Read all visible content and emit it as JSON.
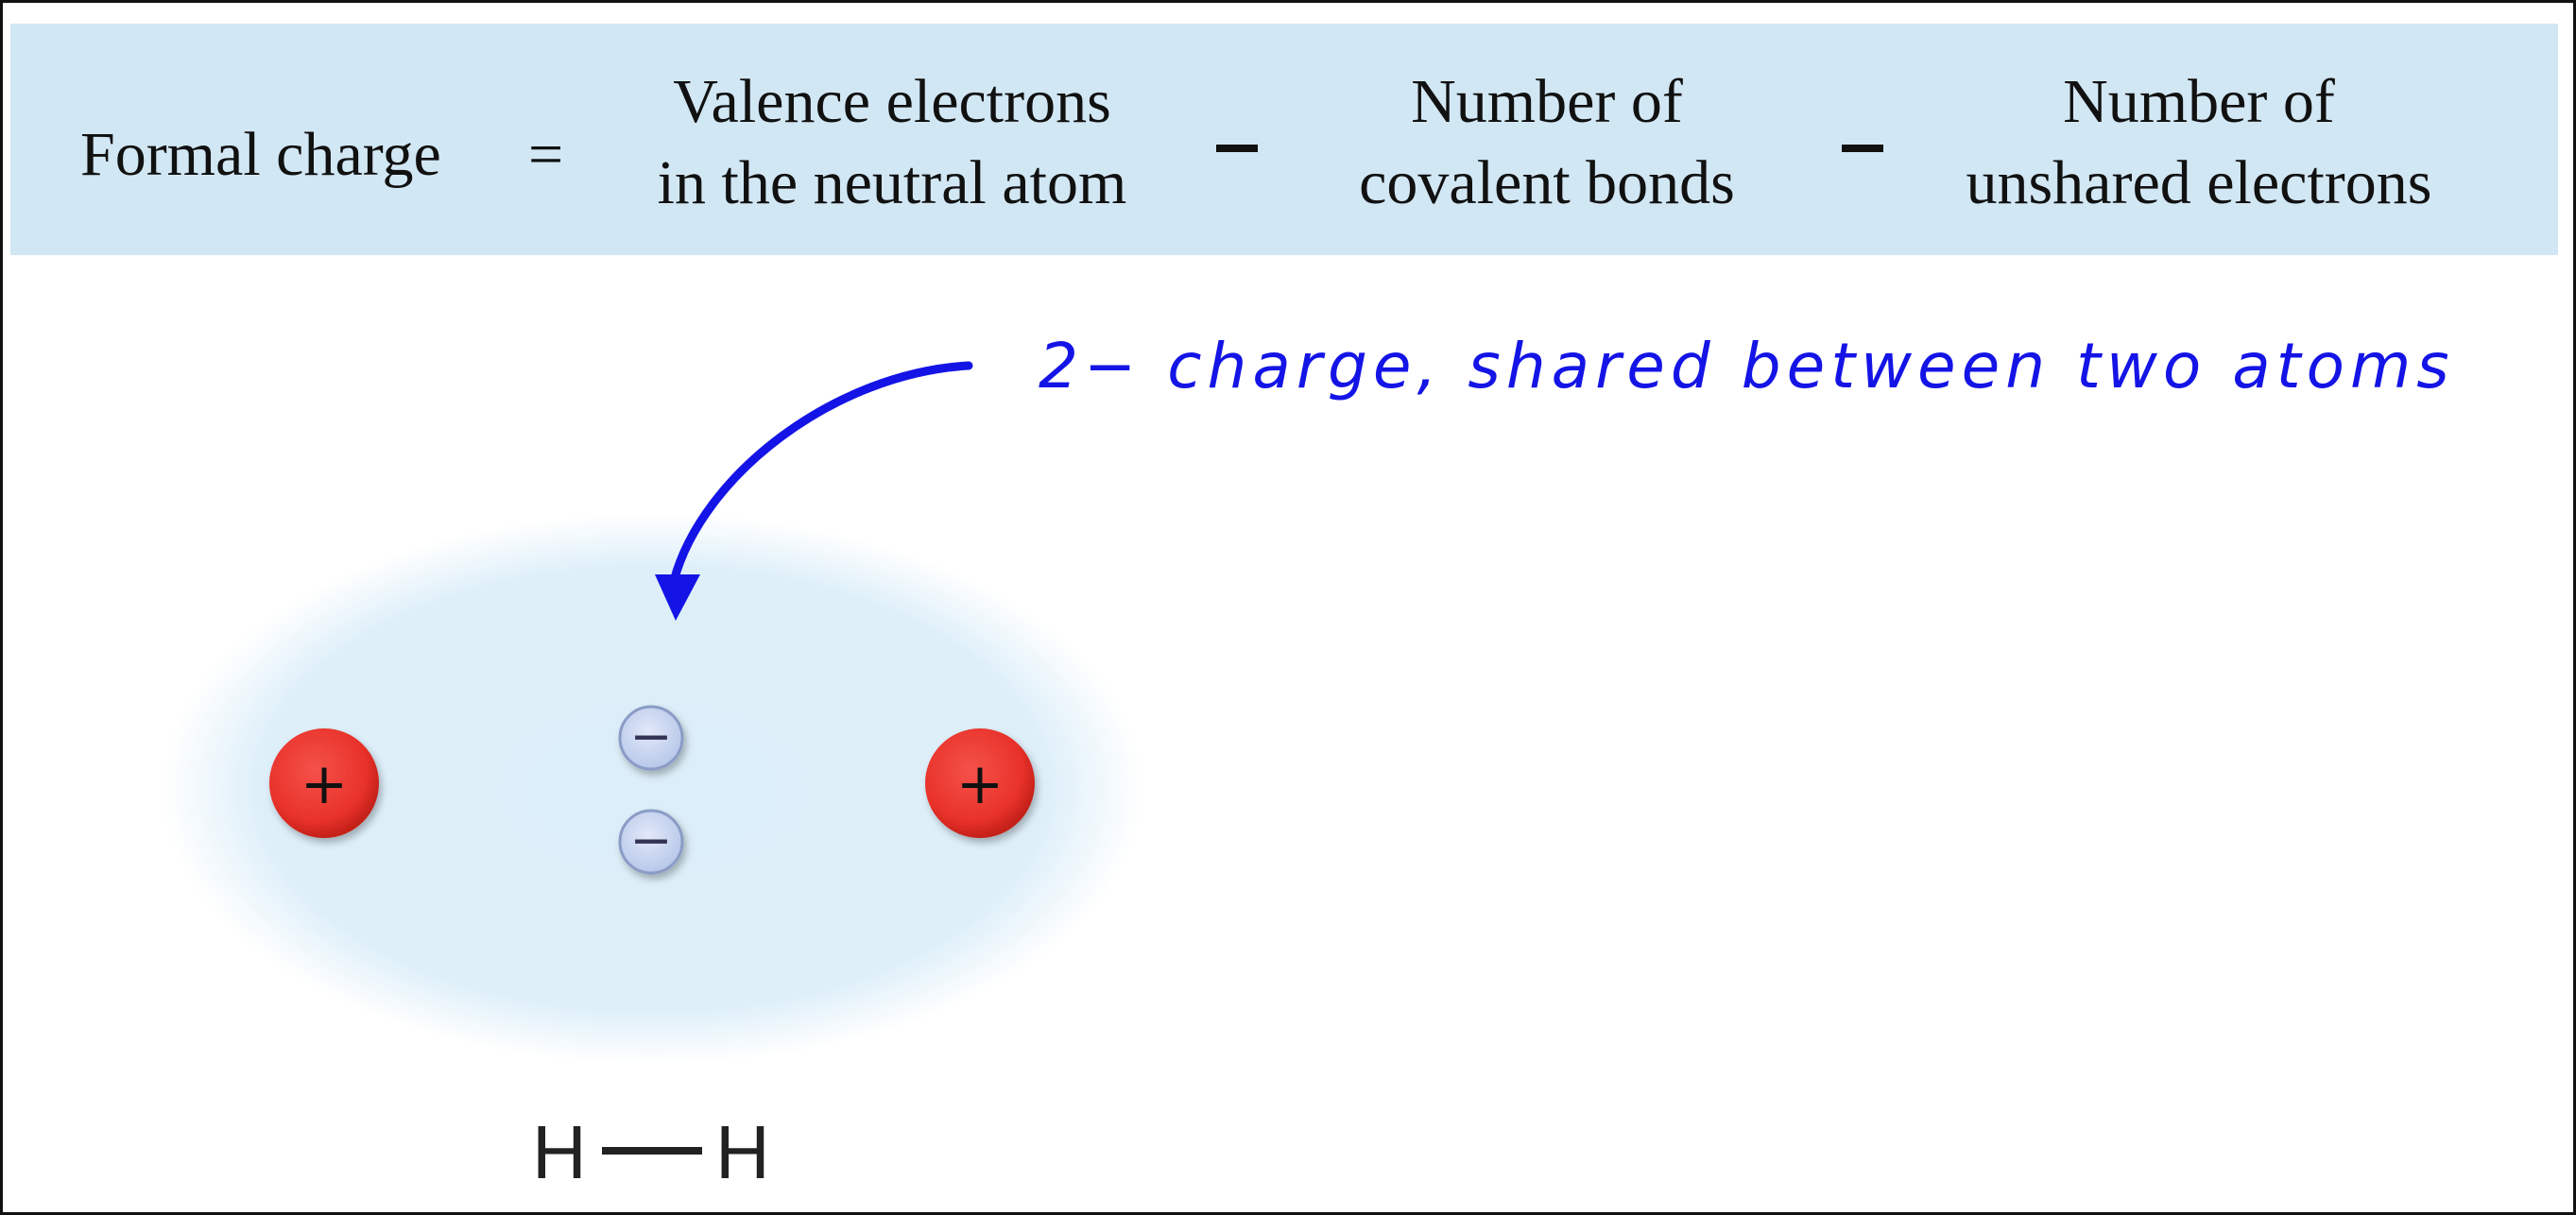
{
  "formula": {
    "lhs": "Formal charge",
    "equals": "=",
    "term1_line1": "Valence electrons",
    "term1_line2": "in the neutral atom",
    "term2_line1": "Number of",
    "term2_line2": "covalent bonds",
    "term3_line1": "Number of",
    "term3_line2": "unshared electrons"
  },
  "annotation": "2− charge, shared between two atoms",
  "diagram": {
    "nucleus_symbol": "+",
    "electron_symbol": "−",
    "atom_left": "H",
    "atom_right": "H"
  },
  "colors": {
    "banner": "#d2e7f4",
    "annotation": "#1414e6",
    "nucleus": "#e8322a",
    "electron_fill": "#c9d6f0",
    "cloud": "#dceef9"
  }
}
